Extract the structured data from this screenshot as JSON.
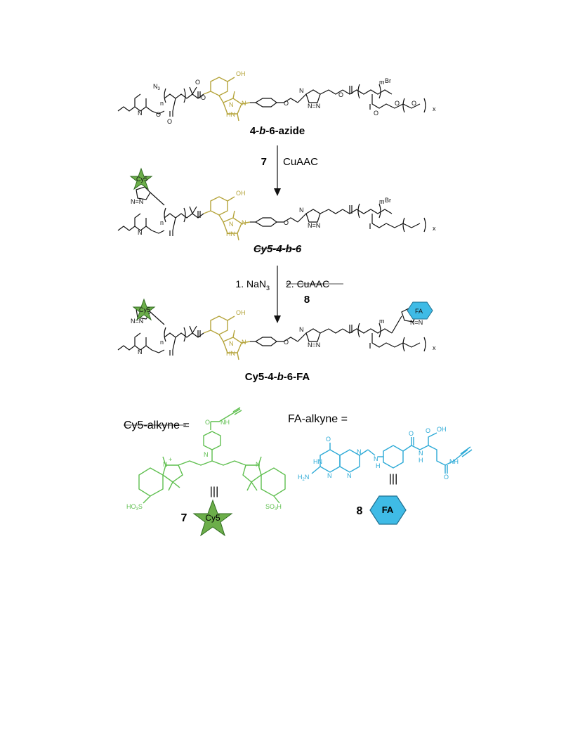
{
  "compounds": {
    "c1": {
      "prefix": "4-",
      "b": "b",
      "suffix": "-6-azide"
    },
    "c2": {
      "prefix": "Cy5-4-",
      "b": "b",
      "suffix": "-6"
    },
    "c3": {
      "prefix": "Cy5-4-",
      "b": "b",
      "suffix": "-6-FA"
    }
  },
  "arrows": {
    "a1_left": "7",
    "a1_right": "CuAAC",
    "a2_left_main": "1. NaN",
    "a2_left_sub": "3",
    "a2_right": "2. CuAAC",
    "a2_right_bold": "8"
  },
  "atoms": {
    "n3": "N",
    "n3_sub": "3",
    "n": "n",
    "m": "m",
    "x": "x",
    "br": "Br",
    "oh": "OH",
    "o": "O",
    "n_atom": "N",
    "hn": "HN",
    "nn": "N=N",
    "n_eq_n": "N",
    "so3h": "SO",
    "so3h_sub": "3",
    "so3h_end": "H",
    "ho3s": "HO",
    "ho3s_sub": "3",
    "ho3s_end": "S",
    "h2n": "H",
    "h2n_sub": "2",
    "h2n_end": "N",
    "nh": "NH",
    "h": "H",
    "plus": "+"
  },
  "legend": {
    "cy5_alkyne_label": "Cy5-alkyne =",
    "fa_alkyne_label": "FA-alkyne =",
    "num7": "7",
    "num8": "8",
    "cy5_badge": "Cy5",
    "fa_badge": "FA",
    "equiv": "|||"
  },
  "colors": {
    "black": "#111111",
    "olive": "#b5a43b",
    "green": "#5fbf4f",
    "star_fill": "#6cae4a",
    "star_stroke": "#2f6b1f",
    "cyan": "#2aa9d6",
    "hex_fill": "#3fbbe6",
    "hex_stroke": "#1f6f8f"
  }
}
